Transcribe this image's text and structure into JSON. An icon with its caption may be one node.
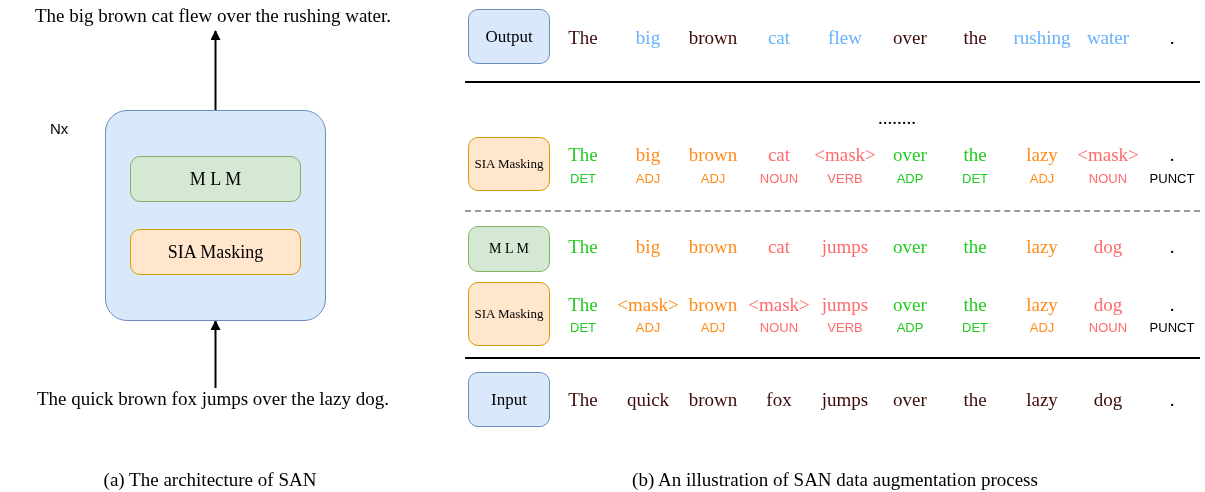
{
  "diagram": {
    "nodes": [
      {
        "text": [
          "The big brown cat flew over the rushing water."
        ]
      },
      {
        "text": [],
        "shape": "box",
        "beside": [
          "Nx"
        ]
      },
      {
        "text": [
          "M L M"
        ],
        "in": 1
      },
      {
        "text": [
          "SIA Masking"
        ],
        "in": 1
      },
      {
        "text": [
          "The quick brown fox jumps over the lazy dog."
        ]
      },
      {
        "text": [
          "Output"
        ]
      },
      {
        "text": [
          "SIA Masking"
        ]
      },
      {
        "text": [
          "M L M"
        ]
      },
      {
        "text": [
          "SIA Masking"
        ]
      },
      {
        "text": [
          "Input"
        ]
      }
    ],
    "edges": [
      {
        "from": 1,
        "to": 0,
        "arrow": "to"
      },
      {
        "from": 4,
        "to": 1,
        "arrow": "to"
      }
    ],
    "labels": [
      "The",
      "big",
      "brown",
      "cat",
      "flew",
      "over",
      "the",
      "rushing",
      "water",
      ".",
      "........",
      "The",
      "big",
      "brown",
      "cat",
      "<mask>",
      "over",
      "the",
      "lazy",
      "<mask>",
      ".",
      "DET",
      "ADJ",
      "ADJ",
      "NOUN",
      "VERB",
      "ADP",
      "DET",
      "ADJ",
      "NOUN",
      "PUNCT",
      "The",
      "big",
      "brown",
      "cat",
      "jumps",
      "over",
      "the",
      "lazy",
      "dog",
      ".",
      "The",
      "<mask>",
      "brown",
      "<mask>",
      "jumps",
      "over",
      "the",
      "lazy",
      "dog",
      ".",
      "DET",
      "ADJ",
      "ADJ",
      "NOUN",
      "VERB",
      "ADP",
      "DET",
      "ADJ",
      "NOUN",
      "PUNCT",
      "The",
      "quick",
      "brown",
      "fox",
      "jumps",
      "over",
      "the",
      "lazy",
      "dog",
      ".",
      "(a) The architecture of SAN",
      "(b) An illustration of SAN data augmentation process"
    ]
  }
}
